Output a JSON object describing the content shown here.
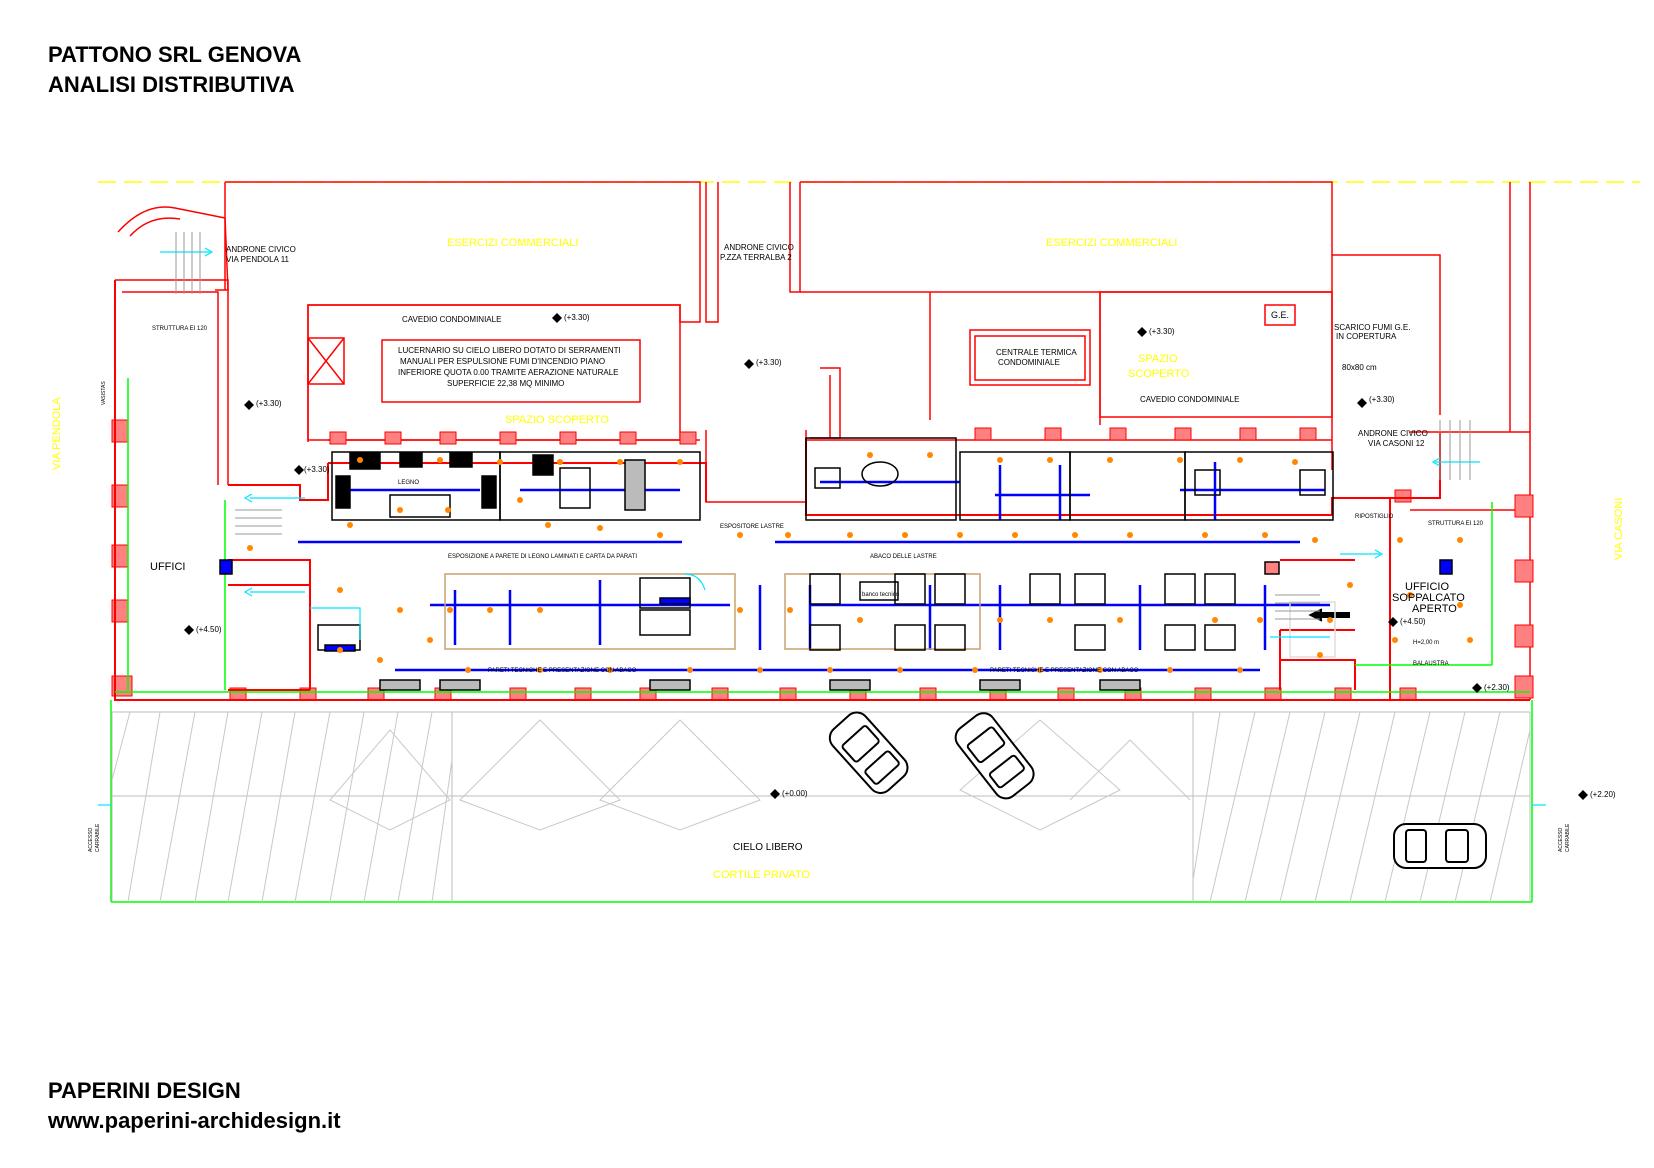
{
  "header": {
    "title": "PATTONO SRL GENOVA",
    "subtitle": "ANALISI DISTRIBUTIVA"
  },
  "footer": {
    "studio": "PAPERINI DESIGN",
    "website": "www.paperini-archidesign.it"
  },
  "colors": {
    "walls": "#ff0000",
    "labels_yellow": "#ffff00",
    "boundary_green": "#00ff00",
    "lighting_orange": "#ff8800",
    "partitions_blue": "#0000ff",
    "circulation_cyan": "#00e5ff",
    "furniture": "#000000",
    "brown_outline": "#c8a070"
  },
  "plan": {
    "streets": {
      "left": "VIA PENDOLA",
      "right": "VIA CASONI"
    },
    "yellow_labels": {
      "commercial_left": "ESERCIZI COMMERCIALI",
      "commercial_right": "ESERCIZI COMMERCIALI",
      "open_space_left": "SPAZIO SCOPERTO",
      "open_space_right_1": "SPAZIO",
      "open_space_right_2": "SCOPERTO",
      "courtyard": "CORTILE PRIVATO"
    },
    "black_labels": {
      "androne_pendola_1": "ANDRONE CIVICO",
      "androne_pendola_2": "VIA PENDOLA 11",
      "androne_terralba_1": "ANDRONE CIVICO",
      "androne_terralba_2": "P.ZZA TERRALBA 2",
      "androne_casoni_1": "ANDRONE CIVICO",
      "androne_casoni_2": "VIA CASONI 12",
      "cavedio_left": "CAVEDIO CONDOMINIALE",
      "cavedio_right": "CAVEDIO CONDOMINIALE",
      "skylight_1": "LUCERNARIO SU CIELO LIBERO DOTATO DI SERRAMENTI",
      "skylight_2": "MANUALI PER ESPULSIONE FUMI D'INCENDIO PIANO",
      "skylight_3": "INFERIORE QUOTA 0.00 TRAMITE AERAZIONE NATURALE",
      "skylight_4": "SUPERFICIE 22,38 MQ MINIMO",
      "thermal_1": "CENTRALE TERMICA",
      "thermal_2": "CONDOMINIALE",
      "ge_box": "G.E.",
      "offices": "UFFICI",
      "mezz_1": "UFFICIO",
      "mezz_2": "SOPPALCATO",
      "mezz_3": "APERTO",
      "mezz_height": "H=2,00 m",
      "balustrade": "BALAUSTRA",
      "sky": "CIELO LIBERO",
      "exhaust_1": "SCARICO FUMI G.E.",
      "exhaust_2": "IN COPERTURA",
      "duct_size": "80x80 cm",
      "struct_left": "STRUTTURA EI 120",
      "struct_right": "STRUTTURA EI 120",
      "storage": "RIPOSTIGLIO",
      "wood": "LEGNO",
      "slabs_display": "ESPOSITORE LASTRE",
      "slabs_chart": "ABACO DELLE LASTRE",
      "wood_wall_display": "ESPOSIZIONE A PARETE DI LEGNO LAMINATI E CARTA DA PARATI",
      "tech_bench": "banco tecnico",
      "tech_walls_left": "PARETI TECNICHE E PRESENTAZIONE CON ABACO",
      "tech_walls_right": "PARETI TECNICHE E PRESENTAZIONE CON ABACO",
      "vasistas": "VASISTAS",
      "access_1": "ACCESSO",
      "access_2": "CARRABILE"
    },
    "elevations": {
      "e1": "(+3.30)",
      "e2": "(+3.30)",
      "e3": "(+3.30)",
      "e4": "(+3.30)",
      "e5": "(+3.30)",
      "e6": "(+3.30)",
      "e7": "(+4.50)",
      "e8": "(+4.50)",
      "e9": "(+2.30)",
      "e10": "(+0.00)",
      "e11": "(+2.20)"
    }
  }
}
